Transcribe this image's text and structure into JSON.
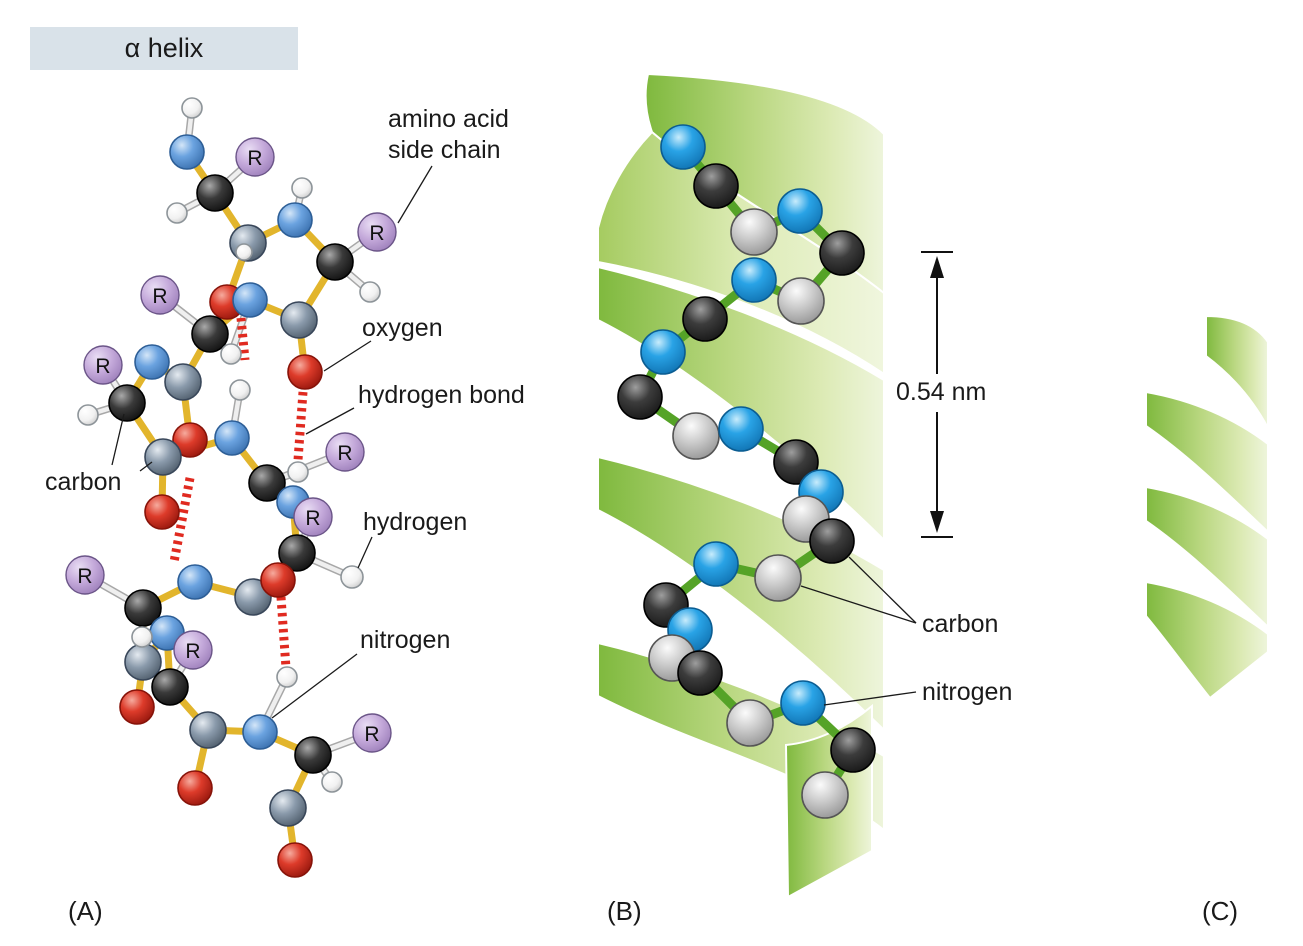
{
  "header": {
    "label": "α helix"
  },
  "panels": {
    "a": {
      "letter": "(A)",
      "side_chain_symbol": "R",
      "labels": {
        "amino_acid_1": "amino acid",
        "amino_acid_2": "side chain",
        "oxygen": "oxygen",
        "hydrogen_bond": "hydrogen bond",
        "carbon": "carbon",
        "hydrogen": "hydrogen",
        "nitrogen": "nitrogen"
      }
    },
    "b": {
      "letter": "(B)",
      "measurement": "0.54 nm",
      "labels": {
        "carbon": "carbon",
        "nitrogen": "nitrogen"
      }
    },
    "c": {
      "letter": "(C)"
    }
  },
  "colors": {
    "header_bg": "#d9e2e9",
    "oxygen_red": "#dd3b2a",
    "nitrogen_blue_a": "#6ba3e0",
    "carbon_black": "#3a3a3a",
    "carbon_gray_a": "#8a9aab",
    "hydrogen_white": "#f5f5f5",
    "side_chain_purple": "#c4a9da",
    "bond_yellow": "#e2b52c",
    "hydrogen_bond_red": "#e02a20",
    "nitrogen_blue_b": "#29a3e6",
    "carbon_gray_b": "#c9c9c9",
    "stick_green": "#55a327",
    "ribbon_green": "#8fc34d"
  }
}
